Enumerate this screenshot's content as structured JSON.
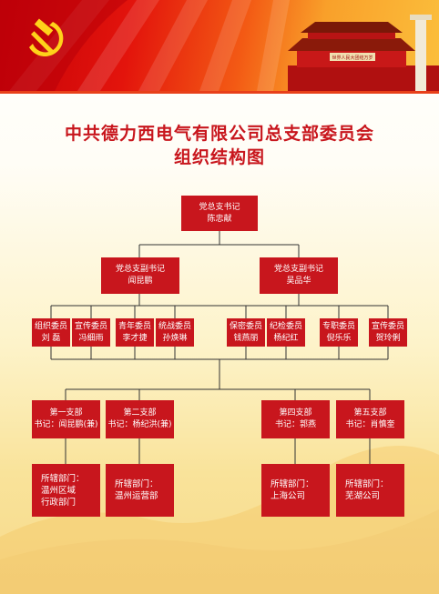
{
  "title_line1": "中共德力西电气有限公司总支部委员会",
  "title_line2": "组织结构图",
  "top": {
    "role": "党总支书记",
    "name": "陈忠献"
  },
  "deputies": [
    {
      "role": "党总支副书记",
      "name": "闻昆鹏"
    },
    {
      "role": "党总支副书记",
      "name": "吴品华"
    }
  ],
  "members": [
    {
      "role": "组织委员",
      "name": "刘  磊"
    },
    {
      "role": "宣传委员",
      "name": "冯细雨"
    },
    {
      "role": "青年委员",
      "name": "李才捷"
    },
    {
      "role": "统战委员",
      "name": "孙焕琳"
    },
    {
      "role": "保密委员",
      "name": "钱燕丽"
    },
    {
      "role": "纪检委员",
      "name": "杨纪红"
    },
    {
      "role": "专职委员",
      "name": "倪乐乐"
    },
    {
      "role": "宣传委员",
      "name": "贺玲俐"
    }
  ],
  "branches": [
    {
      "name": "第一支部",
      "secretary": "书记：闻昆鹏(兼)",
      "dept_lines": [
        "所辖部门：",
        "温州区域",
        "行政部门"
      ]
    },
    {
      "name": "第二支部",
      "secretary": "书记：杨纪洪(兼)",
      "dept_lines": [
        "所辖部门：",
        "温州运营部"
      ]
    },
    {
      "name": "第四支部",
      "secretary": "书记：郭燕",
      "dept_lines": [
        "所辖部门：",
        "上海公司"
      ]
    },
    {
      "name": "第五支部",
      "secretary": "书记：肖慎奎",
      "dept_lines": [
        "所辖部门：",
        "芜湖公司"
      ]
    }
  ],
  "gate_sign": "世界人民大团结万岁",
  "colors": {
    "box": "#c8161d",
    "title": "#c8161d",
    "banner": "#e3140c"
  }
}
